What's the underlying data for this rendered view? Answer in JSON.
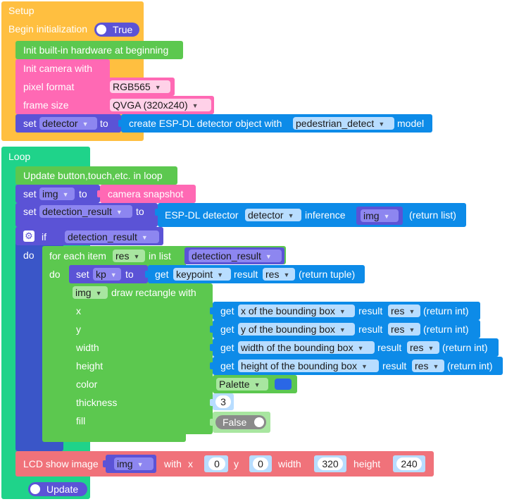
{
  "colors": {
    "setup": "#ffbf40",
    "loop": "#1fd38a",
    "hardware": "#5cc84f",
    "camera": "#ff69b4",
    "variable": "#5b53d6",
    "detector": "#0d8be8",
    "lcd": "#f0727a",
    "field_white": "#ffffff",
    "palette_swatch": "#2a67e6"
  },
  "setup": {
    "title": "Setup",
    "begin_init": "Begin initialization",
    "begin_init_value": "True",
    "init_hw": "Init built-in hardware at beginning",
    "camera": {
      "title": "Init camera with",
      "pixel_format_label": "pixel format",
      "pixel_format_value": "RGB565",
      "frame_size_label": "frame size",
      "frame_size_value": "QVGA (320x240)"
    },
    "set_detector": {
      "set": "set",
      "var": "detector",
      "to": "to",
      "create_text": "create ESP-DL detector object with",
      "model": "pedestrian_detect",
      "model_suffix": "model"
    }
  },
  "loop": {
    "title": "Loop",
    "update_btn": "Update button,touch,etc. in loop",
    "set_img": {
      "set": "set",
      "var": "img",
      "to": "to",
      "value": "camera snapshot"
    },
    "set_result": {
      "set": "set",
      "var": "detection_result",
      "to": "to",
      "inference_prefix": "ESP-DL detector",
      "detector": "detector",
      "inference": "inference",
      "img": "img",
      "return": "(return list)"
    },
    "if_block": {
      "if": "if",
      "condition": "detection_result",
      "do": "do",
      "foreach": {
        "for_each": "for each item",
        "item": "res",
        "in_list": "in list",
        "list": "detection_result",
        "do": "do",
        "set_kp": {
          "set": "set",
          "var": "kp",
          "to": "to",
          "get": "get",
          "attr": "keypoint",
          "result": "result",
          "res": "res",
          "return": "(return tuple)"
        },
        "draw": {
          "img": "img",
          "title": "draw rectangle with",
          "rows": [
            {
              "label": "x",
              "get": "get",
              "attr": "x of the bounding box",
              "result": "result",
              "res": "res",
              "ret": "(return int)"
            },
            {
              "label": "y",
              "get": "get",
              "attr": "y of the bounding box",
              "result": "result",
              "res": "res",
              "ret": "(return int)"
            },
            {
              "label": "width",
              "get": "get",
              "attr": "width of the bounding box",
              "result": "result",
              "res": "res",
              "ret": "(return int)"
            },
            {
              "label": "height",
              "get": "get",
              "attr": "height of the bounding box",
              "result": "result",
              "res": "res",
              "ret": "(return int)"
            }
          ],
          "color_label": "color",
          "palette": "Palette",
          "thickness_label": "thickness",
          "thickness_value": "3",
          "fill_label": "fill",
          "fill_value": "False"
        }
      }
    },
    "lcd": {
      "title": "LCD show image",
      "img": "img",
      "with": "with",
      "x_label": "x",
      "x_value": "0",
      "y_label": "y",
      "y_value": "0",
      "width_label": "width",
      "width_value": "320",
      "height_label": "height",
      "height_value": "240"
    },
    "update": "Update"
  }
}
